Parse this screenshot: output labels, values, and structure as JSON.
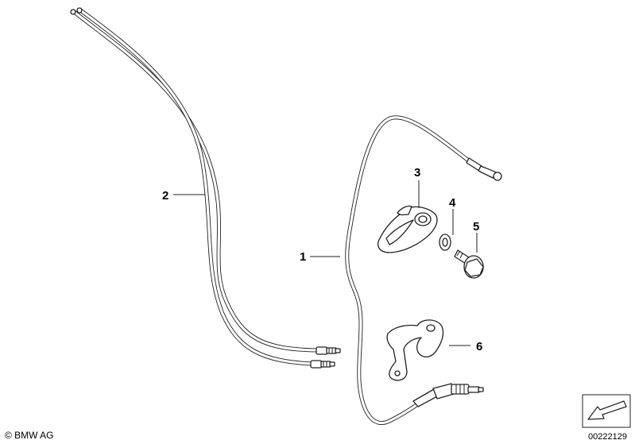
{
  "callouts": {
    "c1": "1",
    "c2": "2",
    "c3": "3",
    "c4": "4",
    "c5": "5",
    "c6": "6"
  },
  "footer": {
    "copyright": "© BMW AG",
    "diagram_number": "00222129"
  },
  "colors": {
    "line": "#222222",
    "background": "#ffffff"
  }
}
